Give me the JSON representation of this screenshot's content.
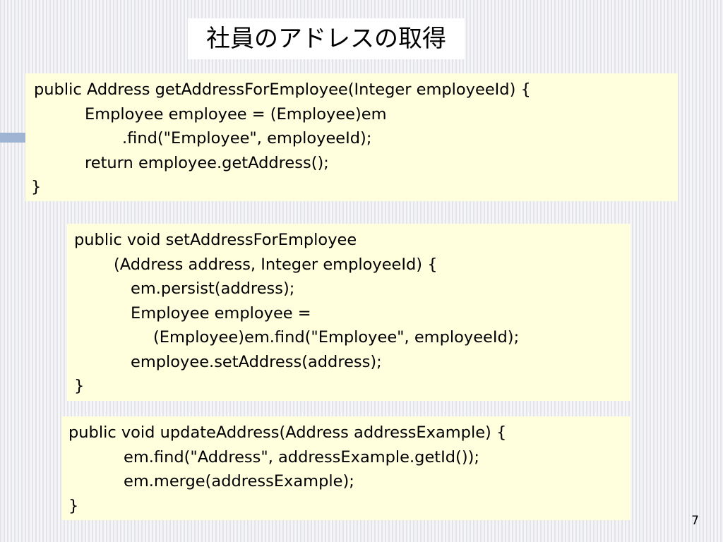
{
  "slide": {
    "title": "社員のアドレスの取得",
    "page_number": "7"
  },
  "code_blocks": [
    {
      "lines": [
        {
          "text": "public Address getAddressForEmployee(Integer employeeId) {",
          "indent": 0
        },
        {
          "text": "Employee employee = (Employee)em",
          "indent": 72
        },
        {
          "text": ".find(\"Employee\", employeeId);",
          "indent": 125
        },
        {
          "text": "return employee.getAddress();",
          "indent": 72
        },
        {
          "text": "}",
          "indent": -4
        }
      ]
    },
    {
      "lines": [
        {
          "text": "public void setAddressForEmployee",
          "indent": 0
        },
        {
          "text": "(Address address, Integer employeeId) {",
          "indent": 56
        },
        {
          "text": "em.persist(address);",
          "indent": 80
        },
        {
          "text": "Employee employee =",
          "indent": 80
        },
        {
          "text": "(Employee)em.find(\"Employee\", employeeId);",
          "indent": 112
        },
        {
          "text": "employee.setAddress(address);",
          "indent": 80
        },
        {
          "text": "}",
          "indent": 0
        }
      ]
    },
    {
      "lines": [
        {
          "text": "public void updateAddress(Address addressExample) {",
          "indent": 0
        },
        {
          "text": "em.find(\"Address\", addressExample.getId());",
          "indent": 78
        },
        {
          "text": "em.merge(addressExample);",
          "indent": 78
        },
        {
          "text": "}",
          "indent": 0
        }
      ]
    }
  ]
}
